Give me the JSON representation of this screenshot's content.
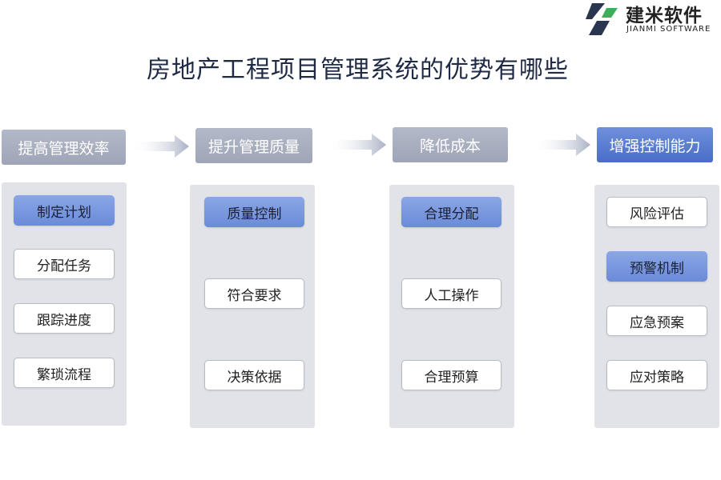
{
  "logo": {
    "name_cn": "建米软件",
    "name_en": "JIANMI SOFTWARE"
  },
  "title": "房地产工程项目管理系统的优势有哪些",
  "columns": [
    {
      "header": "提高管理效率",
      "header_style": "gray",
      "items": [
        {
          "label": "制定计划",
          "style": "blue"
        },
        {
          "label": "分配任务",
          "style": "white"
        },
        {
          "label": "跟踪进度",
          "style": "white"
        },
        {
          "label": "繁琐流程",
          "style": "white"
        }
      ]
    },
    {
      "header": "提升管理质量",
      "header_style": "gray",
      "items": [
        {
          "label": "质量控制",
          "style": "blue"
        },
        {
          "label": "符合要求",
          "style": "white"
        },
        {
          "label": "决策依据",
          "style": "white"
        }
      ]
    },
    {
      "header": "降低成本",
      "header_style": "gray",
      "items": [
        {
          "label": "合理分配",
          "style": "blue"
        },
        {
          "label": "人工操作",
          "style": "white"
        },
        {
          "label": "合理预算",
          "style": "white"
        }
      ]
    },
    {
      "header": "增强控制能力",
      "header_style": "blue",
      "items": [
        {
          "label": "风险评估",
          "style": "white"
        },
        {
          "label": "预警机制",
          "style": "blue"
        },
        {
          "label": "应急预案",
          "style": "white"
        },
        {
          "label": "应对策略",
          "style": "white"
        }
      ]
    }
  ],
  "colors": {
    "header_gray": "#a9afc0",
    "header_blue": "#5a7bd0",
    "item_blue": "#7a98df",
    "panel_bg": "#e1e3e8",
    "title": "#1f2a44",
    "arrow": "#b5bccc"
  }
}
